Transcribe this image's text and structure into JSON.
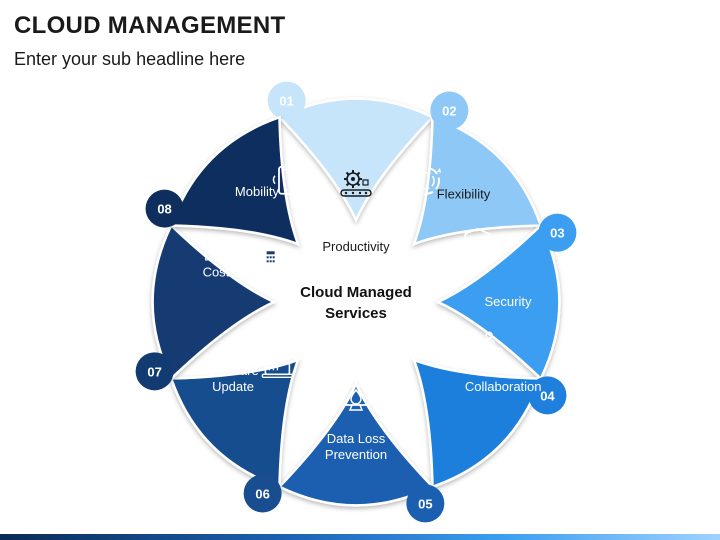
{
  "header": {
    "title": "CLOUD MANAGEMENT",
    "subtitle": "Enter your sub headline here"
  },
  "center": {
    "line1": "Cloud Managed",
    "line2": "Services"
  },
  "segments": [
    {
      "number": "01",
      "label_lines": [
        "Productivity"
      ],
      "icon": "gear-conveyor-icon",
      "color": "#c6e4fa",
      "text_color": "#1a1a1a"
    },
    {
      "number": "02",
      "label_lines": [
        "Flexibility"
      ],
      "icon": "circular-arrows-icon",
      "color": "#8ec8f6",
      "text_color": "#1a1a1a"
    },
    {
      "number": "03",
      "label_lines": [
        "Security"
      ],
      "icon": "shield-check-icon",
      "color": "#3b9ef0",
      "text_color": "#ffffff"
    },
    {
      "number": "04",
      "label_lines": [
        "Collaboration"
      ],
      "icon": "team-network-icon",
      "color": "#1f7fdc",
      "text_color": "#ffffff"
    },
    {
      "number": "05",
      "label_lines": [
        "Data Loss",
        "Prevention"
      ],
      "icon": "monitor-drop-icon",
      "color": "#1a5fb0",
      "text_color": "#ffffff"
    },
    {
      "number": "06",
      "label_lines": [
        "Software",
        "Update"
      ],
      "icon": "laptop-sync-icon",
      "color": "#184d8f",
      "text_color": "#ffffff"
    },
    {
      "number": "07",
      "label_lines": [
        "Low",
        "Cost"
      ],
      "icon": "money-bag-calculator-icon",
      "color": "#123b72",
      "text_color": "#ffffff"
    },
    {
      "number": "08",
      "label_lines": [
        "Mobility"
      ],
      "icon": "smartphone-icon",
      "color": "#0e2f5e",
      "text_color": "#ffffff"
    }
  ]
}
